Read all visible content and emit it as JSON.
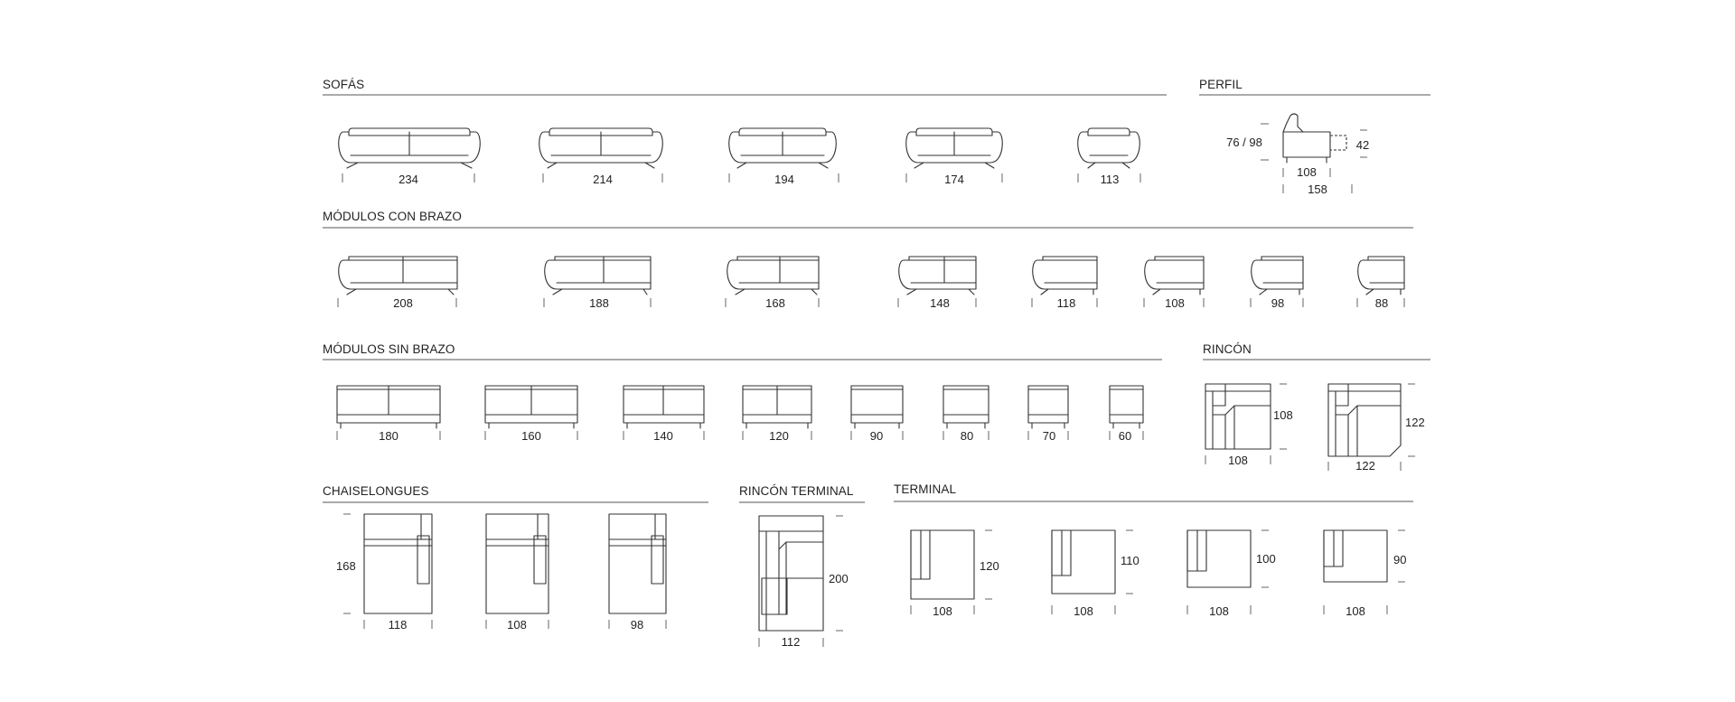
{
  "sections": {
    "sofas": {
      "title": "SOFÁS",
      "items": [
        {
          "dim": "234"
        },
        {
          "dim": "214"
        },
        {
          "dim": "194"
        },
        {
          "dim": "174"
        },
        {
          "dim": "113"
        }
      ]
    },
    "perfil": {
      "title": "PERFIL",
      "height_dim": "76 / 98",
      "seat_dim": "42",
      "depth_dim": "108",
      "extended_dim": "158"
    },
    "modulos_con_brazo": {
      "title": "MÓDULOS CON BRAZO",
      "items": [
        {
          "dim": "208"
        },
        {
          "dim": "188"
        },
        {
          "dim": "168"
        },
        {
          "dim": "148"
        },
        {
          "dim": "118"
        },
        {
          "dim": "108"
        },
        {
          "dim": "98"
        },
        {
          "dim": "88"
        }
      ]
    },
    "modulos_sin_brazo": {
      "title": "MÓDULOS SIN BRAZO",
      "items": [
        {
          "dim": "180"
        },
        {
          "dim": "160"
        },
        {
          "dim": "140"
        },
        {
          "dim": "120"
        },
        {
          "dim": "90"
        },
        {
          "dim": "80"
        },
        {
          "dim": "70"
        },
        {
          "dim": "60"
        }
      ]
    },
    "rincon": {
      "title": "RINCÓN",
      "items": [
        {
          "width": "108",
          "depth": "108"
        },
        {
          "width": "122",
          "depth": "122"
        }
      ]
    },
    "chaiselongues": {
      "title": "CHAISELONGUES",
      "depth_dim": "168",
      "items": [
        {
          "width": "118"
        },
        {
          "width": "108"
        },
        {
          "width": "98"
        }
      ]
    },
    "rincon_terminal": {
      "title": "RINCÓN TERMINAL",
      "depth_dim": "200",
      "width_dim": "112"
    },
    "terminal": {
      "title": "TERMINAL",
      "items": [
        {
          "width": "108",
          "depth": "120"
        },
        {
          "width": "108",
          "depth": "110"
        },
        {
          "width": "108",
          "depth": "100"
        },
        {
          "width": "108",
          "depth": "90"
        }
      ]
    }
  }
}
